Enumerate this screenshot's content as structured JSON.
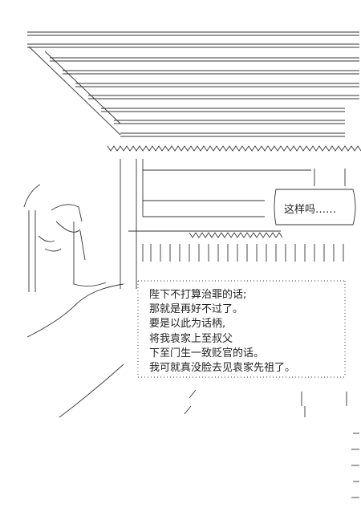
{
  "speech_bubble": {
    "text": "这样吗……"
  },
  "dialogue": [
    "陛下不打算治罪的话;",
    "那就是再好不过了。",
    "要是以此为话柄,",
    "将我袁家上至叔父",
    "下至门生一致贬官的话。",
    "我可就真没脸去见袁家先祖了。"
  ],
  "colors": {
    "ink": "#2a2a2a",
    "background": "#ffffff"
  }
}
